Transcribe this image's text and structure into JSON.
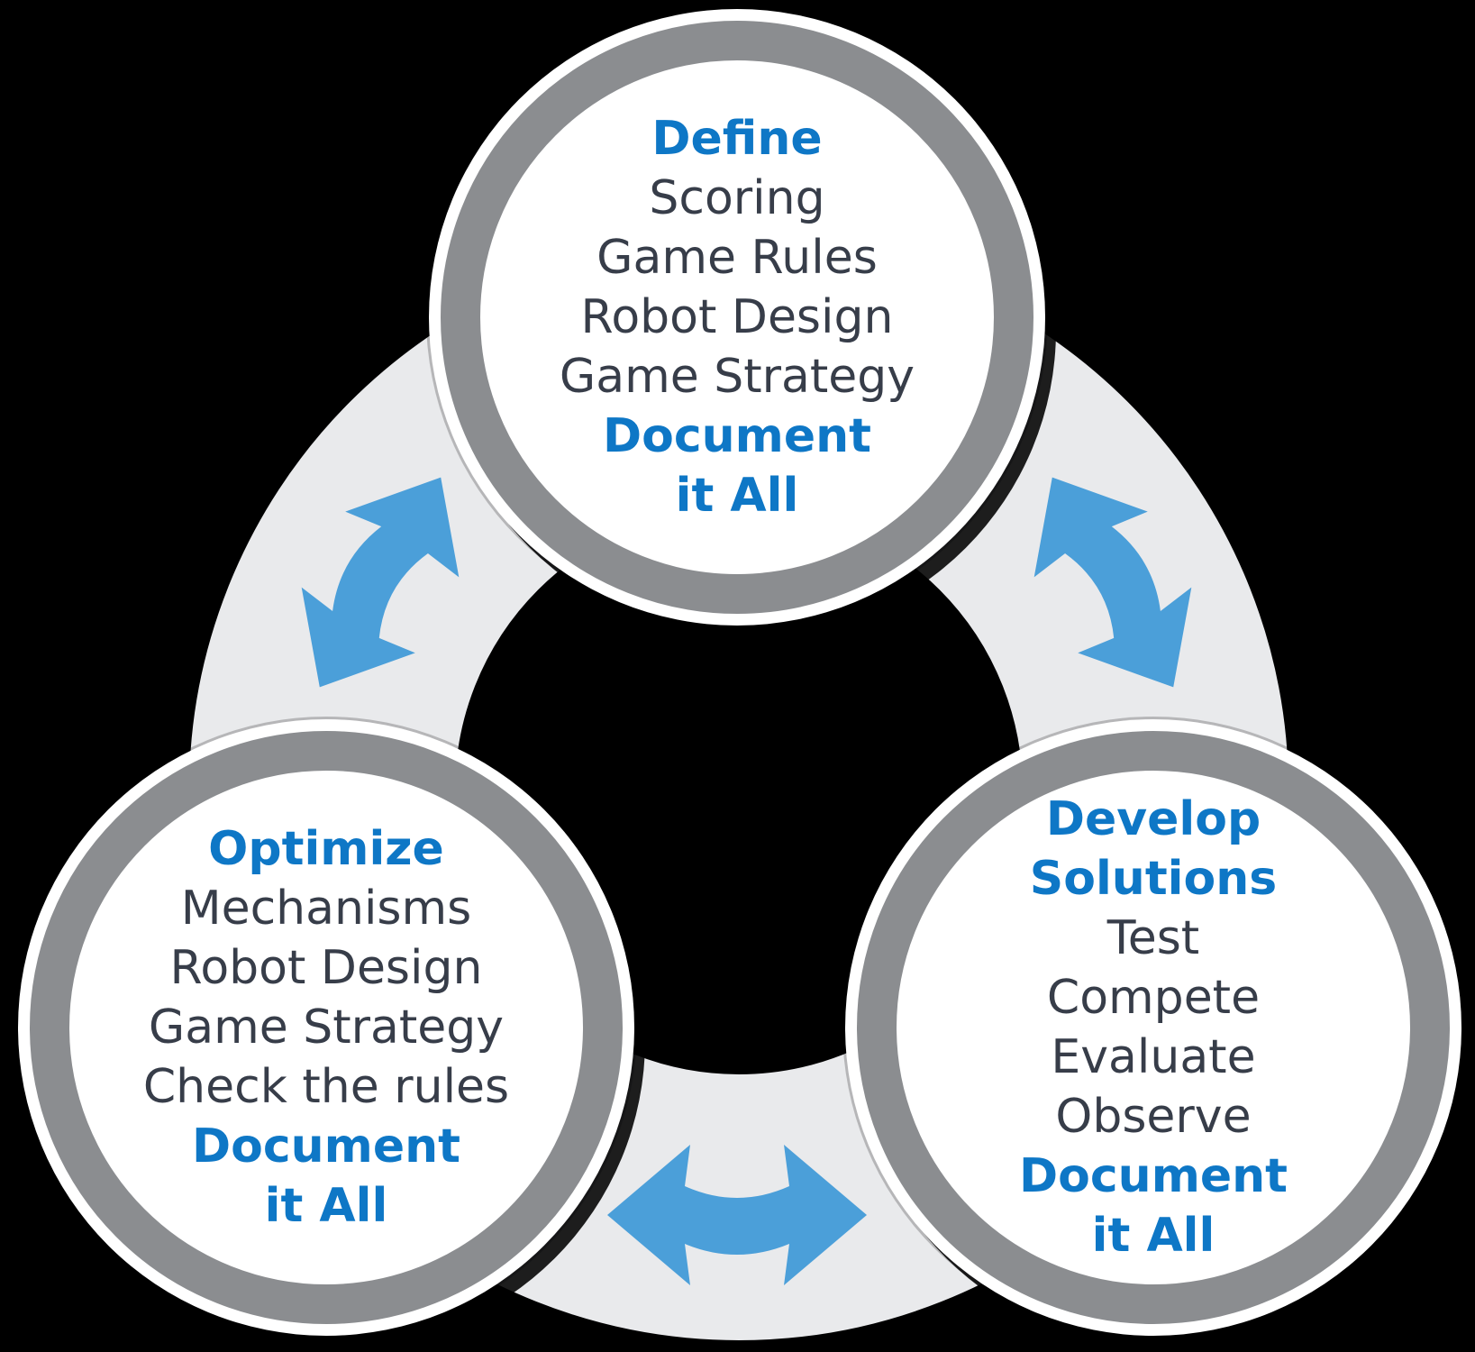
{
  "diagram_title": "Design cycle diagram",
  "colors": {
    "background": "#000000",
    "ring": "#e9eaec",
    "node_border_gray": "#8b8d90",
    "heading_blue": "#0e77c6",
    "body_text": "#373d49",
    "arrow_blue": "#4b9fd9"
  },
  "nodes": [
    {
      "id": "define",
      "title_lines": [
        "Define"
      ],
      "body_lines": [
        "Scoring",
        "Game Rules",
        "Robot Design",
        "Game Strategy"
      ],
      "footer_lines": [
        "Document",
        "it All"
      ]
    },
    {
      "id": "optimize",
      "title_lines": [
        "Optimize"
      ],
      "body_lines": [
        "Mechanisms",
        "Robot Design",
        "Game Strategy",
        "Check the rules"
      ],
      "footer_lines": [
        "Document",
        "it All"
      ]
    },
    {
      "id": "develop-solutions",
      "title_lines": [
        "Develop",
        "Solutions"
      ],
      "body_lines": [
        "Test",
        "Compete",
        "Evaluate",
        "Observe"
      ],
      "footer_lines": [
        "Document",
        "it All"
      ]
    }
  ],
  "arrows": [
    {
      "id": "define-optimize",
      "type": "double-headed"
    },
    {
      "id": "define-develop",
      "type": "double-headed"
    },
    {
      "id": "optimize-develop",
      "type": "double-headed"
    }
  ]
}
